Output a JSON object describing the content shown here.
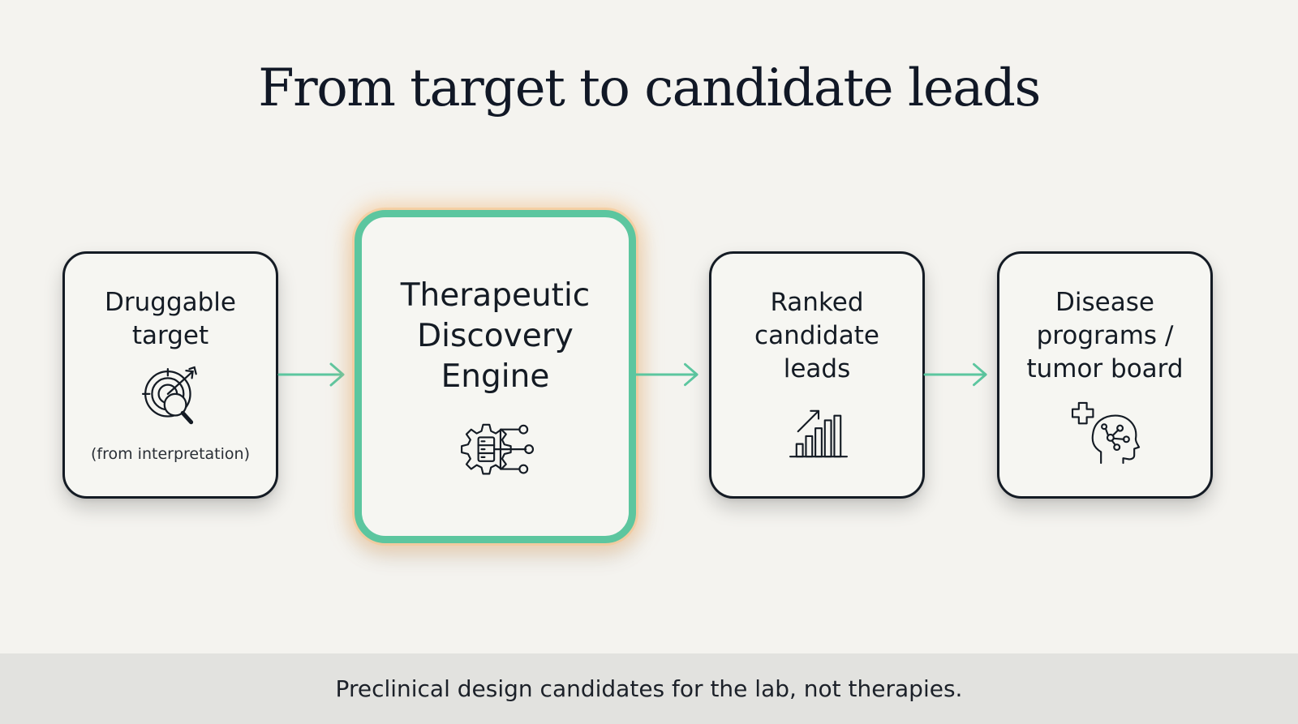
{
  "title": "From target to candidate leads",
  "colors": {
    "accent": "#5cc69f",
    "glow": "#f7c48c",
    "ink": "#141b24",
    "background": "#f4f3ef",
    "footer_background": "#e2e2df"
  },
  "steps": [
    {
      "label": "Druggable\ntarget",
      "sublabel": "(from interpretation)",
      "icon": "target-search-icon"
    },
    {
      "label": "Therapeutic\nDiscovery\nEngine",
      "icon": "gear-database-network-icon",
      "highlighted": true
    },
    {
      "label": "Ranked\ncandidate\nleads",
      "icon": "bar-chart-growth-icon"
    },
    {
      "label": "Disease\nprograms /\ntumor board",
      "icon": "medical-head-network-icon"
    }
  ],
  "connectors": [
    "arrow-right-icon",
    "arrow-right-icon",
    "arrow-right-icon"
  ],
  "footer": {
    "text": "Preclinical design candidates for the lab, not therapies."
  }
}
